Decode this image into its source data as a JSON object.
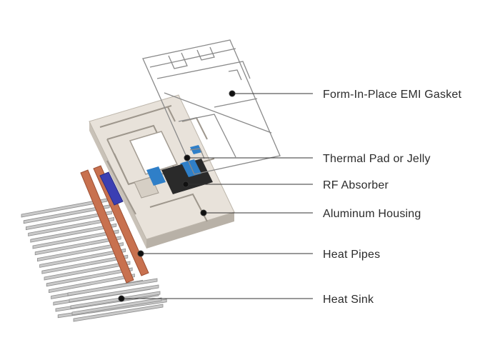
{
  "labels": {
    "gasket": "Form-In-Place EMI Gasket",
    "thermal_pad": "Thermal Pad or Jelly",
    "rf_absorber": "RF Absorber",
    "housing": "Aluminum Housing",
    "heat_pipes": "Heat Pipes",
    "heat_sink": "Heat Sink"
  },
  "colors": {
    "gasket_line": "#8a8a8a",
    "housing_top": "#e8e2da",
    "housing_side": "#c9c2b8",
    "housing_groove": "#9e978d",
    "thermal_pad": "#2f7fc8",
    "rf_absorber": "#2a2a2a",
    "heat_pipe": "#c8714f",
    "heat_pipe_dark": "#9c4f33",
    "heat_fin": "#c9c9c9",
    "heat_fin_dark": "#8d8d8d",
    "blue_side_pad": "#3b3fb3",
    "leader_line": "#333333"
  }
}
